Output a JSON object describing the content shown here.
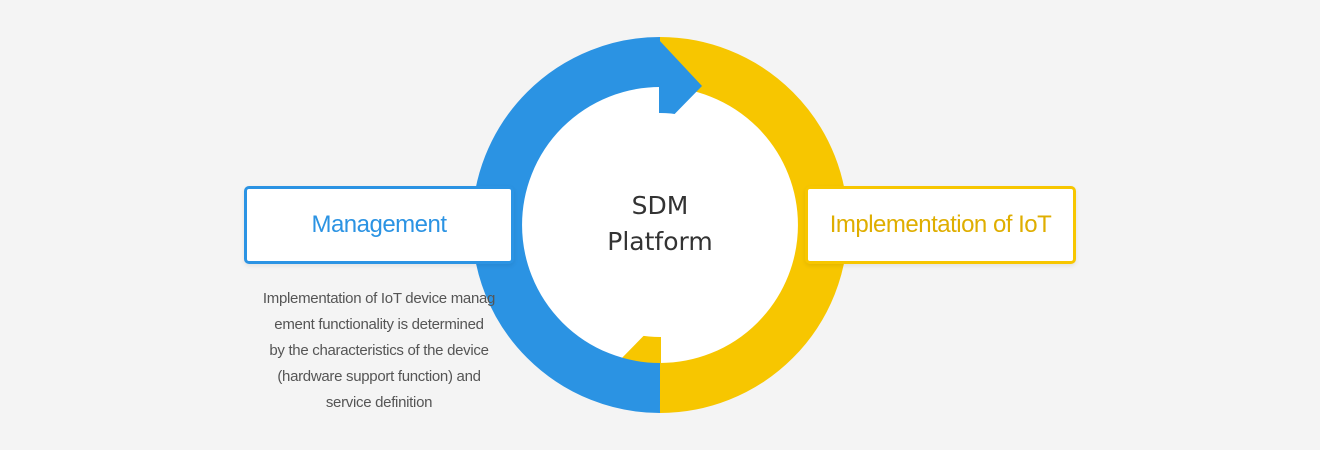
{
  "diagram": {
    "center": {
      "line1": "SDM",
      "line2": "Platform"
    },
    "left_box": {
      "label": "Management"
    },
    "right_box": {
      "label": "Implementation of IoT"
    },
    "description": {
      "lines": [
        "Implementation of IoT device manag",
        "ement functionality is determined",
        "by the characteristics of the device",
        "(hardware support function) and",
        "service definition"
      ]
    }
  },
  "colors": {
    "background": "#f4f4f4",
    "blue": "#2b93e3",
    "yellow": "#f7c600",
    "center_text": "#333333",
    "description_text": "#555555"
  },
  "icons": [
    "cycle-arrow-blue-icon",
    "cycle-arrow-yellow-icon"
  ]
}
